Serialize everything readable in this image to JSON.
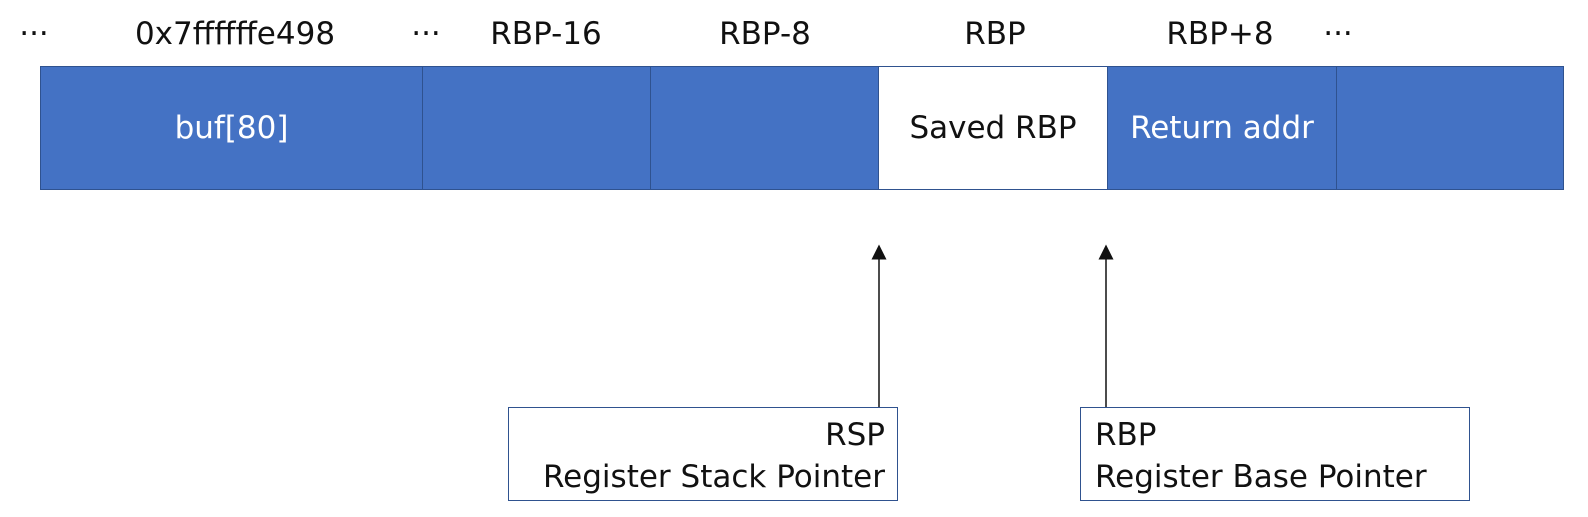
{
  "header_labels": {
    "ellipsis_left": "···",
    "address": "0x7ffffffe498",
    "ellipsis_mid": "···",
    "rbp_minus_16": "RBP-16",
    "rbp_minus_8": "RBP-8",
    "rbp": "RBP",
    "rbp_plus_8": "RBP+8",
    "ellipsis_right": "···"
  },
  "stack_cells": {
    "buf": "buf[80]",
    "empty_1": "",
    "empty_2": "",
    "saved_rbp": "Saved RBP",
    "return_addr": "Return addr",
    "empty_3": ""
  },
  "pointers": {
    "rsp": {
      "name": "RSP",
      "description": "Register Stack Pointer"
    },
    "rbp": {
      "name": "RBP",
      "description": "Register Base Pointer"
    }
  },
  "colors": {
    "filled_cell": "#4472c4",
    "border": "#2f528f",
    "highlight_cell": "#ffffff"
  }
}
